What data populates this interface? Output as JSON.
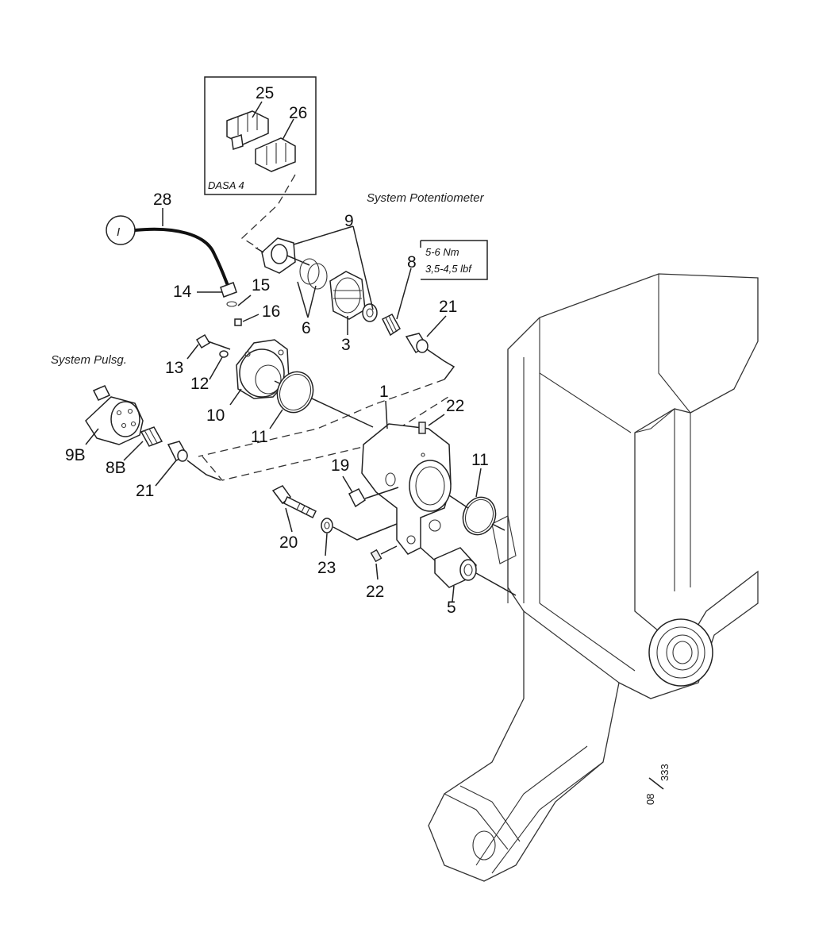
{
  "diagram": {
    "inset_title": "DASA 4",
    "group_labels": {
      "potentiometer": "System Potentiometer",
      "pulsg": "System Pulsg."
    },
    "torque_spec": {
      "line1": "5-6 Nm",
      "line2": "3,5-4,5 lbf"
    },
    "connector_symbol": "I",
    "drawing_ref": {
      "top": "08",
      "bottom": "333"
    },
    "part_labels": {
      "p25": "25",
      "p26": "26",
      "p28": "28",
      "p9a": "9",
      "p8a": "8",
      "p21a": "21",
      "p14": "14",
      "p15": "15",
      "p16": "16",
      "p6": "6",
      "p3": "3",
      "p13": "13",
      "p12": "12",
      "p10": "10",
      "p11a": "11",
      "p1": "1",
      "p22a": "22",
      "p9b": "9B",
      "p8b": "8B",
      "p21b": "21",
      "p19": "19",
      "p11b": "11",
      "p20": "20",
      "p23": "23",
      "p22b": "22",
      "p5": "5"
    }
  }
}
